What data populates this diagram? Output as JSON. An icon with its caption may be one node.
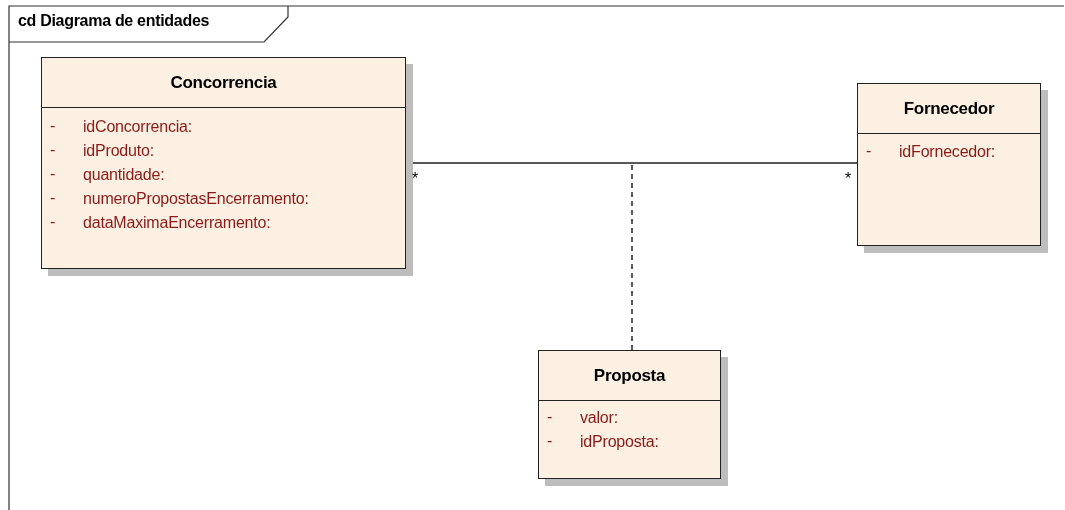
{
  "diagram": {
    "title": "cd Diagrama de entidades",
    "nodes": [
      {
        "text": [
          "Concorrencia",
          "idConcorrencia:",
          "idProduto:",
          "quantidade:",
          "numeroPropostasEncerramento:",
          "dataMaximaEncerramento:"
        ]
      },
      {
        "text": [
          "Fornecedor",
          "idFornecedor:"
        ]
      },
      {
        "text": [
          "Proposta",
          "valor:",
          "idProposta:"
        ]
      }
    ],
    "edges": [
      {
        "from": 0,
        "to": 1,
        "arrow": "none"
      },
      {
        "from": 2,
        "to": null,
        "arrow": "none",
        "style": "dashed"
      }
    ],
    "labels": [
      "-",
      "-",
      "-",
      "-",
      "-",
      "-",
      "-",
      "-",
      "*",
      "*"
    ]
  }
}
